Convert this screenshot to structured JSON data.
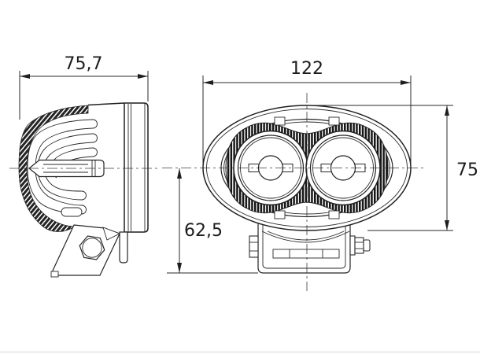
{
  "dimensions": {
    "side_width": "75,7",
    "front_width": "122",
    "front_height": "75",
    "center_to_bottom": "62,5"
  },
  "colors": {
    "background": "#ffffff",
    "line": "#1f1f1f",
    "hatch": "#161616",
    "footer_rule": "#e2e2e2"
  },
  "views": {
    "side_view": "lamp-side-profile",
    "front_view": "lamp-front-oval"
  }
}
